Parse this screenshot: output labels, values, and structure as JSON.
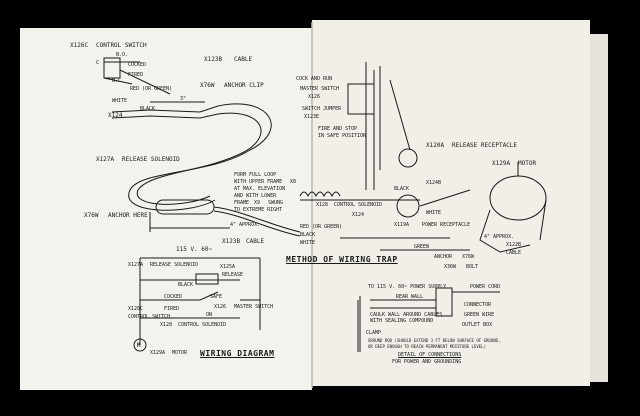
{
  "left_page": {
    "control_switch": {
      "part": "X126C",
      "title": "CONTROL SWITCH",
      "no": "N.O.",
      "nc": "N.C.",
      "c": "C",
      "cocked": "COCKED",
      "fired": "FIRED",
      "red": "RED (OR GREEN)",
      "white": "WHITE",
      "black": "BLACK"
    },
    "cable": {
      "part": "X123B",
      "label": "CABLE"
    },
    "anchor_clip": {
      "part": "X76W",
      "label": "ANCHOR CLIP"
    },
    "dim_3in": "3\"",
    "part_x124": "X124",
    "release_solenoid": {
      "part": "X127A",
      "label": "RELEASE SOLENOID"
    },
    "form_loop_note": [
      "FORM FULL LOOP",
      "WITH UPPER FRAME",
      "AT MAX. ELEVATION",
      "AND WITH LOWER",
      "FRAME",
      "SWUNG",
      "TO EXTREME RIGHT"
    ],
    "form_loop_parts": [
      "X8",
      "X9"
    ],
    "anchor_here": {
      "part": "X76W",
      "label": "ANCHOR HERE"
    },
    "approx_4in": "4\" APPROX.",
    "cable_bottom": {
      "part": "X123B",
      "label": "CABLE"
    },
    "method_title": "METHOD OF WIRING TRAP",
    "wiring": {
      "supply": "115 V. 60~",
      "release_solenoid": {
        "part": "X127A",
        "label": "RELEASE SOLENOID"
      },
      "release": {
        "part": "X125A",
        "label": "RELEASE"
      },
      "black": "BLACK",
      "cocked": "COCKED",
      "safe": "SAFE",
      "fired": "FIRED",
      "on": "ON",
      "master_switch": {
        "part": "X126",
        "label": "MASTER SWITCH"
      },
      "control_switch": {
        "part": "X126C",
        "label": "CONTROL SWITCH"
      },
      "control_solenoid": {
        "part": "X128",
        "label": "CONTROL SOLENOID"
      },
      "motor": {
        "part": "X129A",
        "label": "MOTOR",
        "symbol": "M"
      },
      "title": "WIRING DIAGRAM"
    }
  },
  "right_page": {
    "cock_run": "COCK AND RUN",
    "master_switch": {
      "label": "MASTER SWITCH",
      "part": "X126"
    },
    "switch_jumper": {
      "label": "SWITCH JUMPER",
      "part": "X123E"
    },
    "fire_stop": [
      "FIRE AND STOP",
      "IN SAFE POSITION"
    ],
    "release_receptacle": {
      "part": "X120A",
      "label": "RELEASE RECEPTACLE"
    },
    "motor": {
      "part": "X129A",
      "label": "MOTOR"
    },
    "black": "BLACK",
    "part_x124b": "X124B",
    "control_solenoid": {
      "part": "X128",
      "label": "CONTROL SOLENOID"
    },
    "part_x124": "X124",
    "white": "WHITE",
    "power_receptacle": {
      "part": "X119A",
      "label": "POWER RECEPTACLE"
    },
    "red_green": "RED (OR GREEN)",
    "black_white": [
      "BLACK",
      "WHITE"
    ],
    "green": "GREEN",
    "approx": "4\" APPROX.",
    "cable": {
      "part": "X122B",
      "label": "CABLE"
    },
    "anchor": {
      "label": "ANCHOR",
      "part": "X76W"
    },
    "bolt": {
      "part": "X36W",
      "label": "BOLT"
    },
    "ground": {
      "supply": "TO 115 V. 60~ POWER SUPPLY",
      "power_cord": "POWER CORD",
      "rear_wall": "REAR WALL",
      "connector": "CONNECTOR",
      "green_wire": "GREEN WIRE",
      "outlet_box": "OUTLET BOX",
      "caulk": [
        "CAULK WALL AROUND CABLES",
        "WITH SEALING COMPOUND"
      ],
      "clamp": "CLAMP",
      "ground_rod": [
        "GROUND ROD (SHOULD EXTEND 3 FT BELOW SURFACE OF GROUND,",
        "OR DEEP ENOUGH TO REACH PERMANENT MOISTURE LEVEL)"
      ],
      "detail": [
        "DETAIL OF CONNECTIONS",
        "FOR POWER AND GROUNDING"
      ]
    }
  }
}
